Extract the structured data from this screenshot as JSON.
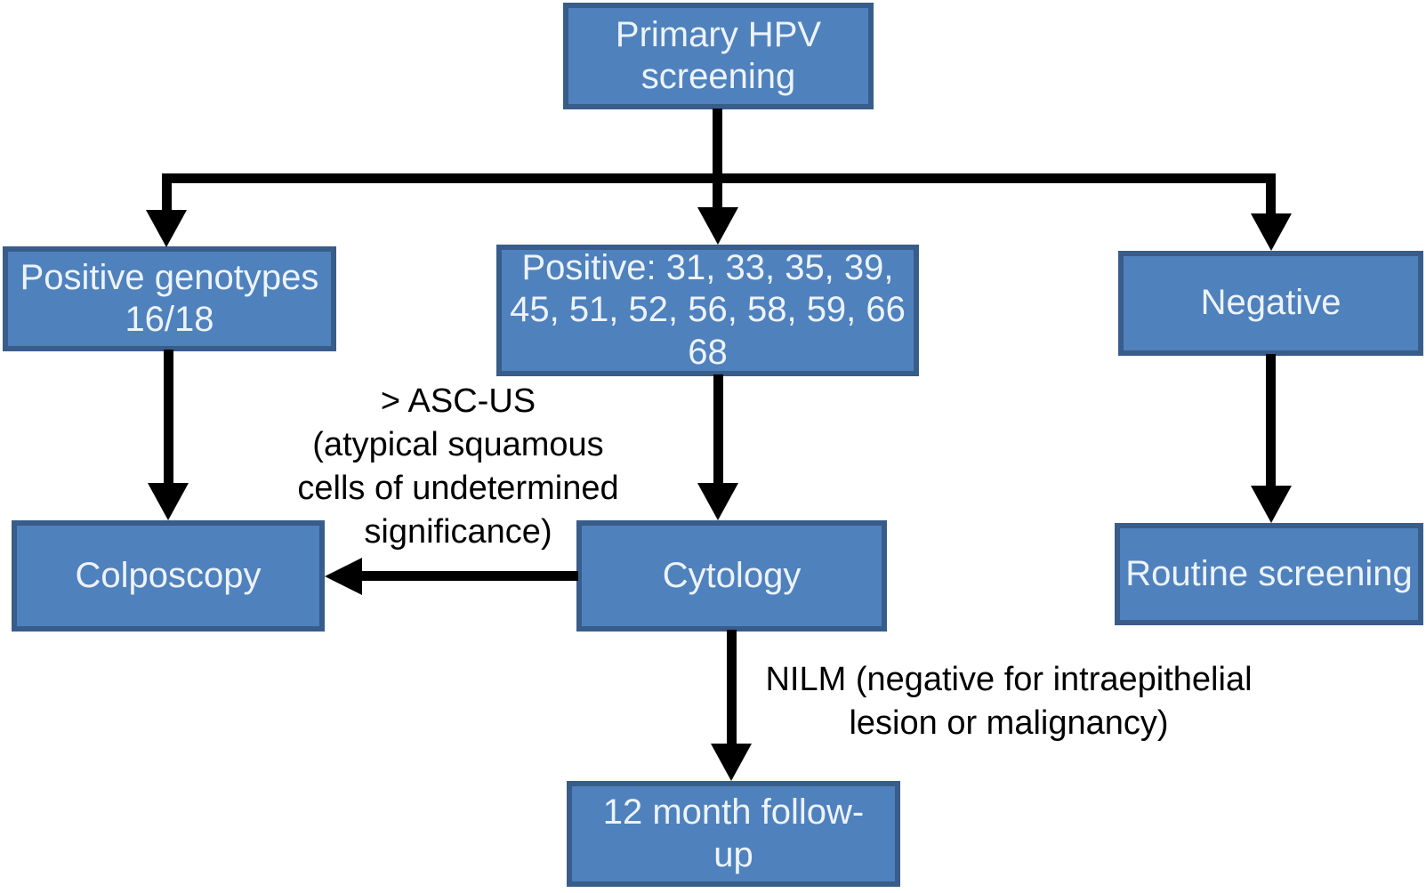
{
  "diagram": {
    "type": "flowchart",
    "colors": {
      "node_fill": "#4f81bd",
      "node_border": "#385d8a",
      "node_text": "#edf3fa",
      "arrow": "#000000",
      "background": "#ffffff",
      "annotation_text": "#000000"
    },
    "nodes": {
      "primary": {
        "label": "Primary HPV\nscreening"
      },
      "genotypes": {
        "label": "Positive genotypes\n16/18"
      },
      "other_positive": {
        "label": "Positive: 31, 33, 35, 39,\n45, 51, 52, 56, 58, 59, 66\n68"
      },
      "negative": {
        "label": "Negative"
      },
      "colposcopy": {
        "label": "Colposcopy"
      },
      "cytology": {
        "label": "Cytology"
      },
      "routine": {
        "label": "Routine screening"
      },
      "followup": {
        "label": "12 month follow-\nup"
      }
    },
    "edge_labels": {
      "ascus": "> ASC-US\n(atypical squamous\ncells of undetermined\nsignificance)",
      "nilm": "NILM (negative for intraepithelial\nlesion or malignancy)"
    }
  }
}
